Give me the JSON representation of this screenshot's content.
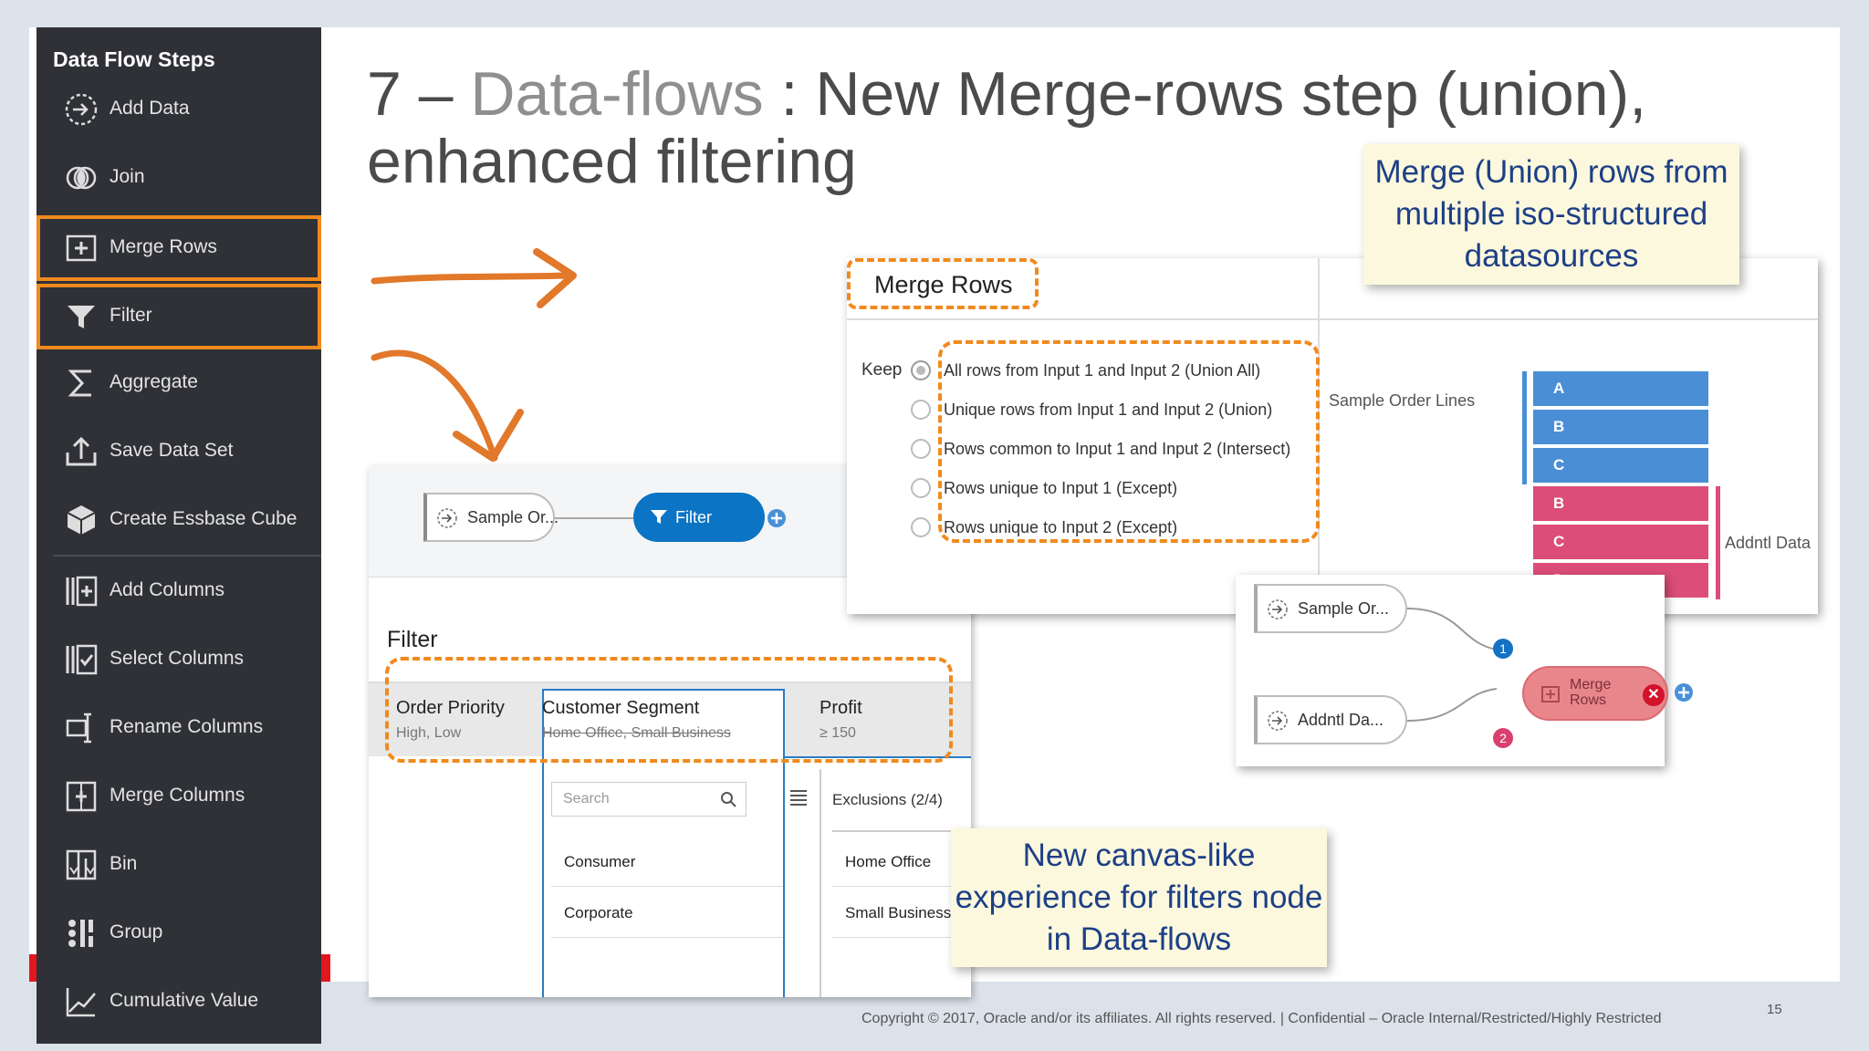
{
  "sidebar": {
    "title": "Data Flow Steps",
    "items": [
      {
        "label": "Add Data",
        "icon": "add-data-icon"
      },
      {
        "label": "Join",
        "icon": "join-icon"
      },
      {
        "label": "Merge Rows",
        "icon": "merge-rows-icon"
      },
      {
        "label": "Filter",
        "icon": "filter-icon"
      },
      {
        "label": "Aggregate",
        "icon": "sigma-icon"
      },
      {
        "label": "Save Data Set",
        "icon": "save-upload-icon"
      },
      {
        "label": "Create Essbase Cube",
        "icon": "cube-icon"
      },
      {
        "label": "Add Columns",
        "icon": "add-columns-icon"
      },
      {
        "label": "Select Columns",
        "icon": "select-columns-icon"
      },
      {
        "label": "Rename Columns",
        "icon": "rename-columns-icon"
      },
      {
        "label": "Merge Columns",
        "icon": "merge-columns-icon"
      },
      {
        "label": "Bin",
        "icon": "bin-icon"
      },
      {
        "label": "Group",
        "icon": "group-icon"
      },
      {
        "label": "Cumulative Value",
        "icon": "cumulative-chart-icon"
      }
    ],
    "highlight_color": "#f08a1e"
  },
  "title": {
    "num": "7 – ",
    "grey": "Data-flows",
    "rest": " : New Merge-rows step (union), enhanced filtering"
  },
  "merge_panel": {
    "header": "Merge Rows",
    "keep_label": "Keep",
    "options": [
      "All rows from Input 1 and Input 2 (Union All)",
      "Unique rows from Input 1 and Input 2 (Union)",
      "Rows common to Input 1 and Input 2 (Intersect)",
      "Rows unique to Input 1 (Except)",
      "Rows unique to Input 2 (Except)"
    ],
    "input1_label": "Sample Order Lines",
    "input2_label": "Addntl Data",
    "blue_rows": [
      "A",
      "B",
      "C"
    ],
    "pink_rows": [
      "B",
      "C",
      "D"
    ],
    "blue_color": "#4a8fd6",
    "pink_color": "#dc4d79"
  },
  "note_merge": "Merge (Union) rows from multiple iso-structured datasources",
  "note_filter": "New canvas-like experience for filters node in Data-flows",
  "flow_top": {
    "source": "Sample Or...",
    "step": "Filter"
  },
  "filter_panel": {
    "header": "Filter",
    "columns": [
      {
        "name": "Order Priority",
        "value": "High, Low"
      },
      {
        "name": "Customer Segment",
        "value": "Home Office, Small Business"
      },
      {
        "name": "Profit",
        "value": "≥ 150"
      }
    ],
    "search_placeholder": "Search",
    "list": [
      "Consumer",
      "Corporate"
    ],
    "exclusions_label": "Exclusions (2/4)",
    "exclusions": [
      "Home Office",
      "Small Business"
    ]
  },
  "merge_flow": {
    "input1": "Sample Or...",
    "input2": "Addntl Da...",
    "step": "Merge Rows",
    "badge1": "1",
    "badge2": "2"
  },
  "footer": {
    "copyright": "Copyright © 2017, Oracle and/or its affiliates. All rights reserved.  |  Confidential – Oracle Internal/Restricted/Highly Restricted",
    "page": "15"
  }
}
